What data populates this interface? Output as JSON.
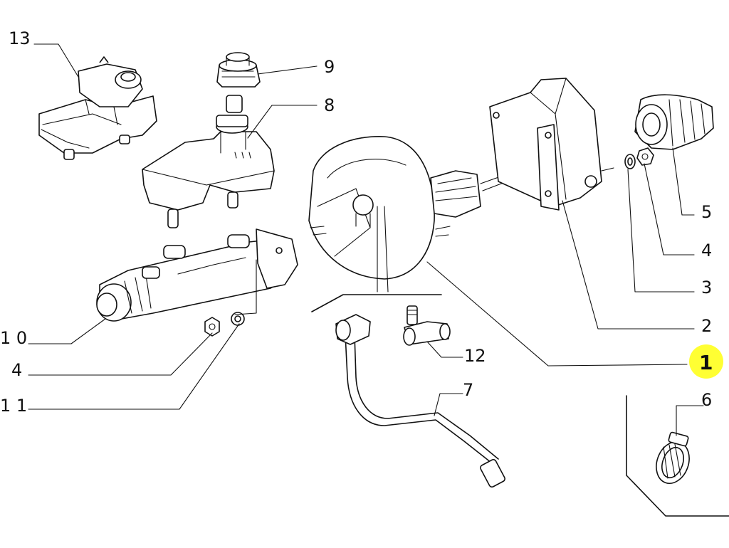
{
  "callouts": [
    {
      "id": "1",
      "text": "1",
      "highlight": true
    },
    {
      "id": "2",
      "text": "2"
    },
    {
      "id": "3",
      "text": "3"
    },
    {
      "id": "4a",
      "text": "4"
    },
    {
      "id": "4b",
      "text": "4"
    },
    {
      "id": "5",
      "text": "5"
    },
    {
      "id": "6",
      "text": "6"
    },
    {
      "id": "7",
      "text": "7"
    },
    {
      "id": "8",
      "text": "8"
    },
    {
      "id": "9",
      "text": "9"
    },
    {
      "id": "10",
      "text": "1 0"
    },
    {
      "id": "11",
      "text": "1 1"
    },
    {
      "id": "12",
      "text": "12"
    },
    {
      "id": "13",
      "text": "13"
    }
  ],
  "colors": {
    "line": "#111111",
    "highlight": "#ffff33",
    "background": "#ffffff"
  }
}
